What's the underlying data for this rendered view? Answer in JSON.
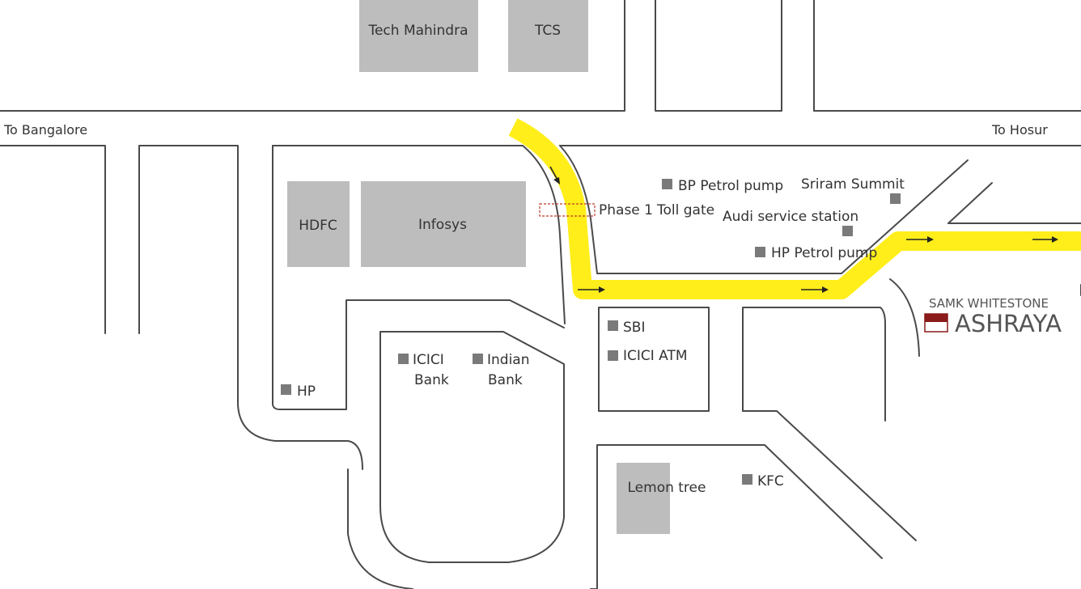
{
  "colors": {
    "route": "#ffee1a",
    "building": "#bdbdbd",
    "marker": "#7a7a7a",
    "brand": "#8b1a1a",
    "road": "#4a4a4a",
    "tollgate": "#c0392b"
  },
  "directions": {
    "west": "To Bangalore",
    "east": "To Hosur"
  },
  "buildings": {
    "tech_mahindra": "Tech Mahindra",
    "tcs": "TCS",
    "hdfc": "HDFC",
    "infosys": "Infosys",
    "lemon_tree": "Lemon tree"
  },
  "places": {
    "bp_petrol": "BP Petrol pump",
    "sriram_summit": "Sriram Summit",
    "phase1": "Phase 1",
    "tollgate": "Toll gate",
    "audi": "Audi service station",
    "hp_petrol": "HP Petrol pump",
    "sbi": "SBI",
    "icici_atm": "ICICI ATM",
    "icici_bank_1": "ICICI",
    "icici_bank_2": "Bank",
    "indian_bank_1": "Indian",
    "indian_bank_2": "Bank",
    "hp": "HP",
    "kfc": "KFC"
  },
  "brand": {
    "line1": "SAMK WHITESTONE",
    "line2": "ASHRAYA"
  }
}
